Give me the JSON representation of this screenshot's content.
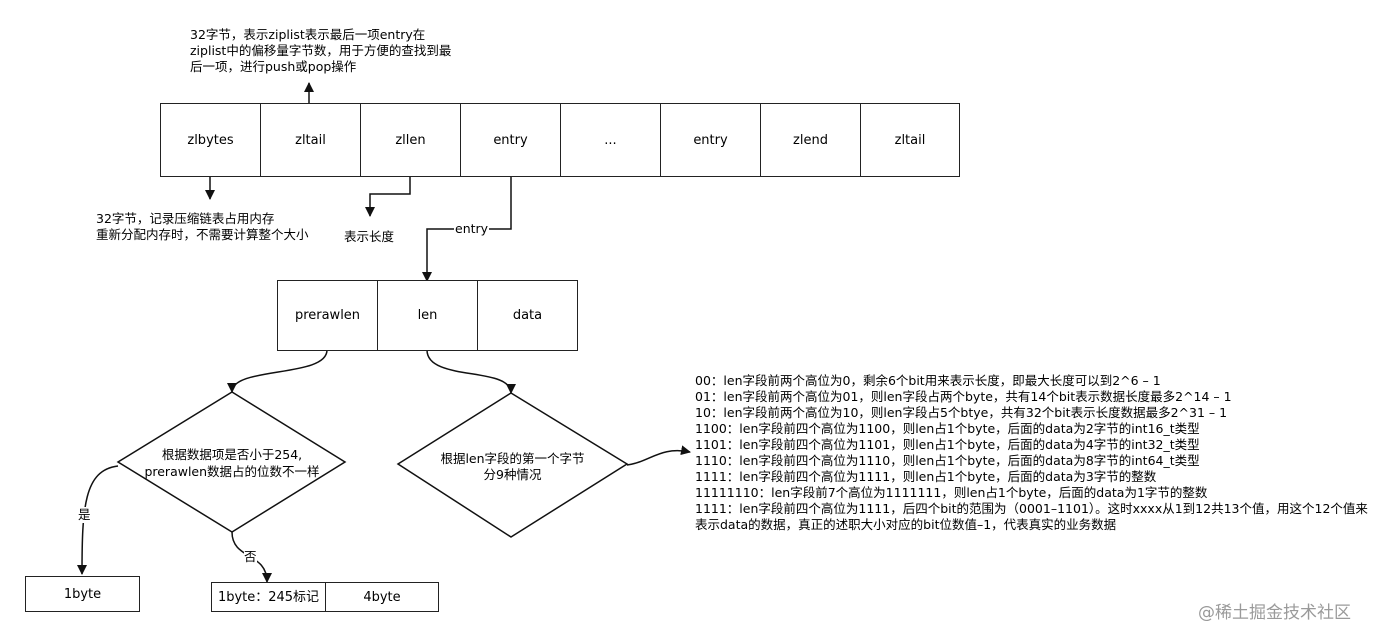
{
  "ziplist": {
    "cells": [
      "zlbytes",
      "zltail",
      "zllen",
      "entry",
      "...",
      "entry",
      "zlend",
      "zltail"
    ]
  },
  "entry": {
    "cells": [
      "prerawlen",
      "len",
      "data"
    ],
    "arrow_label": "entry"
  },
  "notes": {
    "zltail": "32字节，表示ziplist表示最后一项entry在ziplist中的偏移量字节数，用于方便的查找到最后一项，进行push或pop操作",
    "zlbytes_line1": "32字节，记录压缩链表占用内存",
    "zlbytes_line2": "重新分配内存时，不需要计算整个大小",
    "zllen": "表示长度"
  },
  "decisions": {
    "prerawlen_line1": "根据数据项是否小于254,",
    "prerawlen_line2": "prerawlen数据占的位数不一样",
    "len_line1": "根据len字段的第一个字节",
    "len_line2": "分9种情况",
    "yes": "是",
    "no": "否"
  },
  "results": {
    "yes_box": "1byte",
    "no_box_1": "1byte：245标记",
    "no_box_2": "4byte"
  },
  "len_cases": [
    "00：len字段前两个高位为0，剩余6个bit用来表示长度，即最大长度可以到2^6 – 1",
    "01：len字段前两个高位为01，则len字段占两个byte，共有14个bit表示数据长度最多2^14 – 1",
    "10：len字段前两个高位为10，则len字段占5个btye，共有32个bit表示长度数据最多2^31 – 1",
    "1100：len字段前四个高位为1100，则len占1个byte，后面的data为2字节的int16_t类型",
    "1101：len字段前四个高位为1101，则len占1个byte，后面的data为4字节的int32_t类型",
    "1110：len字段前四个高位为1110，则len占1个byte，后面的data为8字节的int64_t类型",
    "1111：len字段前四个高位为1111，则len占1个byte，后面的data为3字节的整数",
    "11111110：len字段前7个高位为1111111，则len占1个byte，后面的data为1字节的整数",
    "1111：len字段前四个高位为1111，后四个bit的范围为（0001–1101）。这时xxxx从1到12共13个值，用这个12个值来",
    "表示data的数据，真正的述职大小对应的bit位数值–1，代表真实的业务数据"
  ],
  "watermark": "@稀土掘金技术社区"
}
